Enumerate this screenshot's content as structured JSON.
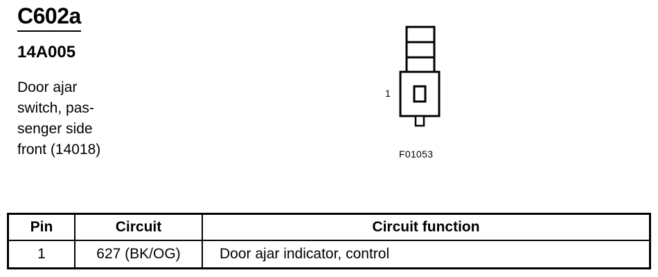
{
  "header": {
    "connector_id": "C602a",
    "part_number": "14A005",
    "description_lines": [
      "Door ajar",
      "switch, pas-",
      "senger side",
      "front (14018)"
    ]
  },
  "figure": {
    "pin_label": "1",
    "code": "F01053"
  },
  "table": {
    "headers": [
      "Pin",
      "Circuit",
      "Circuit function"
    ],
    "rows": [
      [
        "1",
        "627 (BK/OG)",
        "Door ajar indicator, control"
      ]
    ]
  }
}
